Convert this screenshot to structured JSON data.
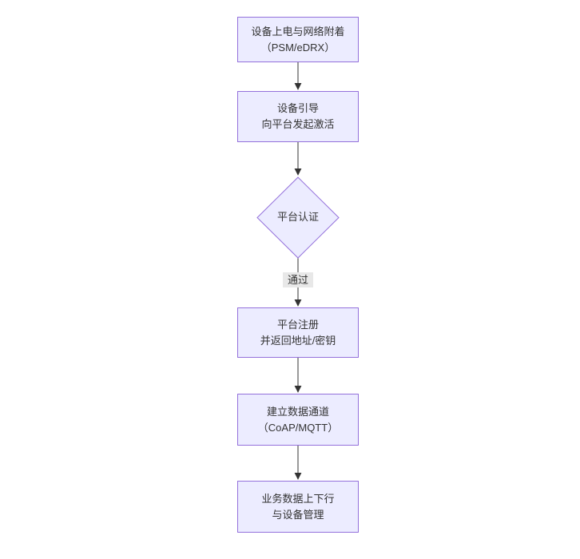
{
  "diagram": {
    "type": "flowchart-top-down",
    "background_color": "#ffffff",
    "node_fill_color": "#ECECFF",
    "node_border_color": "#9370DB",
    "edge_color": "#333333",
    "text_color": "#333333",
    "edge_label_background": "#e8e8e8",
    "nodes": [
      {
        "id": "power-attach",
        "shape": "rect",
        "lines": [
          "设备上电与网络附着",
          "（PSM/eDRX）"
        ]
      },
      {
        "id": "bootstrap",
        "shape": "rect",
        "lines": [
          "设备引导",
          "向平台发起激活"
        ]
      },
      {
        "id": "platform-auth",
        "shape": "diamond",
        "lines": [
          "平台认证"
        ]
      },
      {
        "id": "platform-register",
        "shape": "rect",
        "lines": [
          "平台注册",
          "并返回地址/密钥"
        ]
      },
      {
        "id": "data-channel",
        "shape": "rect",
        "lines": [
          "建立数据通道",
          "（CoAP/MQTT）"
        ]
      },
      {
        "id": "business-data",
        "shape": "rect",
        "lines": [
          "业务数据上下行",
          "与设备管理"
        ]
      }
    ],
    "edges": [
      {
        "from": "power-attach",
        "to": "bootstrap",
        "label": ""
      },
      {
        "from": "bootstrap",
        "to": "platform-auth",
        "label": ""
      },
      {
        "from": "platform-auth",
        "to": "platform-register",
        "label": "通过"
      },
      {
        "from": "platform-register",
        "to": "data-channel",
        "label": ""
      },
      {
        "from": "data-channel",
        "to": "business-data",
        "label": ""
      }
    ]
  }
}
